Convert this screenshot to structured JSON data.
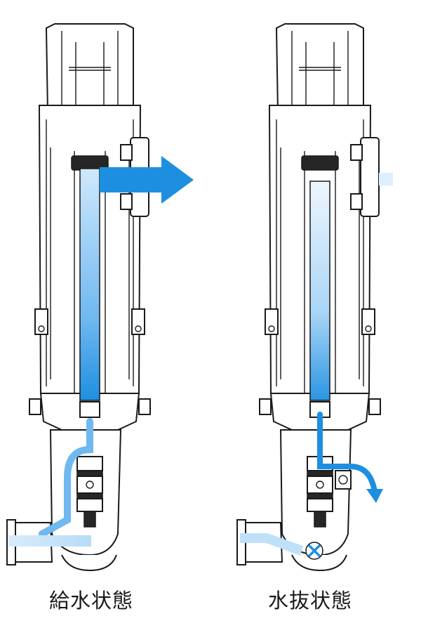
{
  "diagrams": [
    {
      "id": "supply",
      "caption": "給水状態"
    },
    {
      "id": "drain",
      "caption": "水抜状態"
    }
  ],
  "colors": {
    "water_flow": "#1e8fe0",
    "water_pale": "#cfe8fb",
    "outline": "#1a1a1a",
    "seal": "#262626"
  }
}
